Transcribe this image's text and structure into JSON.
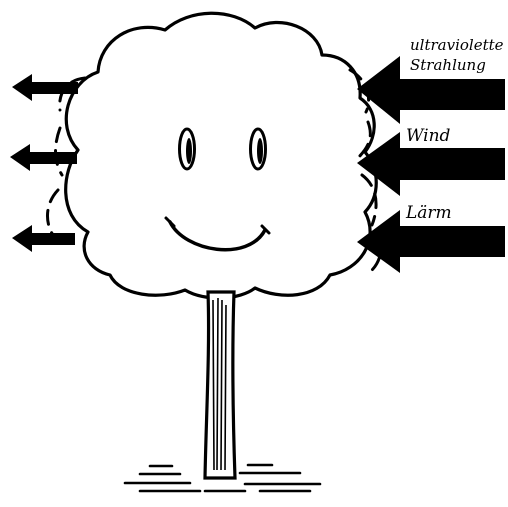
{
  "labels": {
    "uv_line1": "ultraviolette",
    "uv_line2": "Strahlung",
    "wind": "Wind",
    "noise": "Lärm"
  },
  "colors": {
    "ink": "#000000",
    "paper": "#ffffff"
  }
}
